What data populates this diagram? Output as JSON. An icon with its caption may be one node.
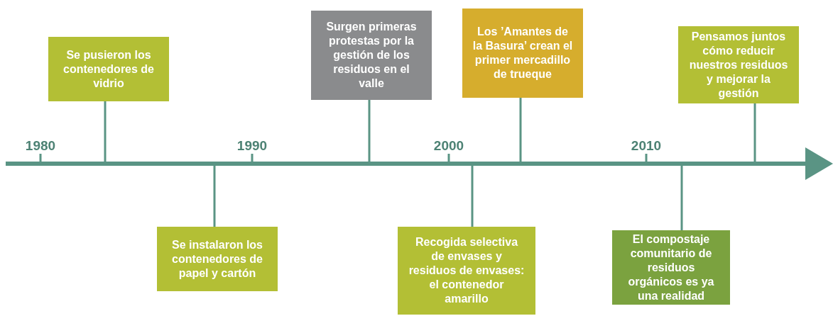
{
  "diagram": {
    "nodes": [
      {
        "text": [
          "Se pusieron los contenedores de vidrio"
        ]
      },
      {
        "text": [
          "Se instalaron los contenedores de papel y cartón"
        ]
      },
      {
        "text": [
          "Surgen primeras protestas por la gestión de los residuos en el valle"
        ]
      },
      {
        "text": [
          "Recogida selectiva de envases y residuos de envases: el contenedor amarillo"
        ]
      },
      {
        "text": [
          "Los ’Amantes de la Basura’ crean el primer mercadillo de trueque"
        ]
      },
      {
        "text": [
          "El compostaje comunitario de residuos orgánicos es ya una realidad"
        ]
      },
      {
        "text": [
          "Pensamos juntos cómo reducir nuestros residuos y mejorar la gestión"
        ]
      }
    ],
    "edges": [
      {
        "from": 0,
        "to": null,
        "arrow": "none"
      },
      {
        "from": 1,
        "to": null,
        "arrow": "none"
      },
      {
        "from": 2,
        "to": null,
        "arrow": "none"
      },
      {
        "from": 3,
        "to": null,
        "arrow": "none"
      },
      {
        "from": 4,
        "to": null,
        "arrow": "none"
      },
      {
        "from": 5,
        "to": null,
        "arrow": "none"
      },
      {
        "from": 6,
        "to": null,
        "arrow": "none"
      }
    ],
    "labels": [
      "1980",
      "1990",
      "2000",
      "2010"
    ]
  }
}
